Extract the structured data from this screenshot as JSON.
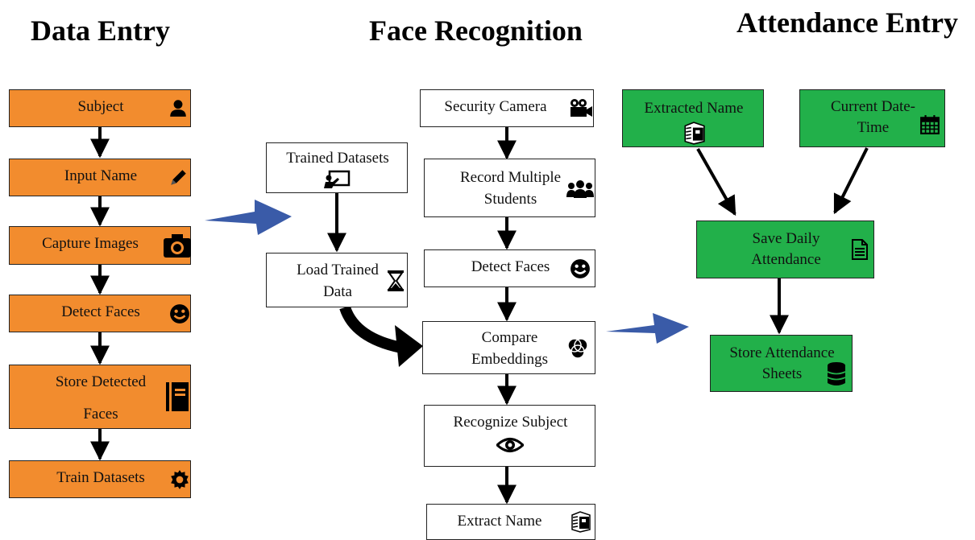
{
  "headings": {
    "data_entry": "Data Entry",
    "face_recognition": "Face Recognition",
    "attendance_entry": "Attendance Entry"
  },
  "data_entry": {
    "subject": "Subject",
    "input_name": "Input Name",
    "capture_images": "Capture Images",
    "detect_faces": "Detect Faces",
    "store_detected_faces_1": "Store Detected",
    "store_detected_faces_2": "Faces",
    "train_datasets": "Train Datasets"
  },
  "face_recognition": {
    "trained_datasets": "Trained Datasets",
    "load_trained_data_1": "Load Trained",
    "load_trained_data_2": "Data",
    "security_camera": "Security Camera",
    "record_multiple_students_1": "Record Multiple",
    "record_multiple_students_2": "Students",
    "detect_faces": "Detect Faces",
    "compare_embeddings_1": "Compare",
    "compare_embeddings_2": "Embeddings",
    "recognize_subject": "Recognize Subject",
    "extract_name": "Extract Name"
  },
  "attendance_entry": {
    "extracted_name": "Extracted Name",
    "current_datetime_1": "Current Date-",
    "current_datetime_2": "Time",
    "save_daily_attendance_1": "Save Daily",
    "save_daily_attendance_2": "Attendance",
    "store_attendance_sheets_1": "Store Attendance",
    "store_attendance_sheets_2": "Sheets"
  },
  "colors": {
    "data_entry_fill": "#F28C2E",
    "attendance_fill": "#22B04A",
    "transition_arrow": "#3A5BA8",
    "flow_arrow": "#000000"
  },
  "icons": {
    "subject": "user-icon",
    "input_name": "pencil-icon",
    "capture_images": "camera-icon",
    "detect_faces": "smiley-face-icon",
    "store_detected_faces": "book-icon",
    "train_datasets": "gear-icon",
    "trained_datasets": "chalkboard-teacher-icon",
    "load_trained_data": "hourglass-icon",
    "security_camera": "video-camera-icon",
    "record_multiple_students": "users-icon",
    "compare_embeddings": "venn-diagram-icon",
    "recognize_subject": "eye-icon",
    "extract_name": "id-cube-icon",
    "current_datetime": "calendar-icon",
    "save_daily_attendance": "document-icon",
    "store_attendance_sheets": "database-icon"
  }
}
